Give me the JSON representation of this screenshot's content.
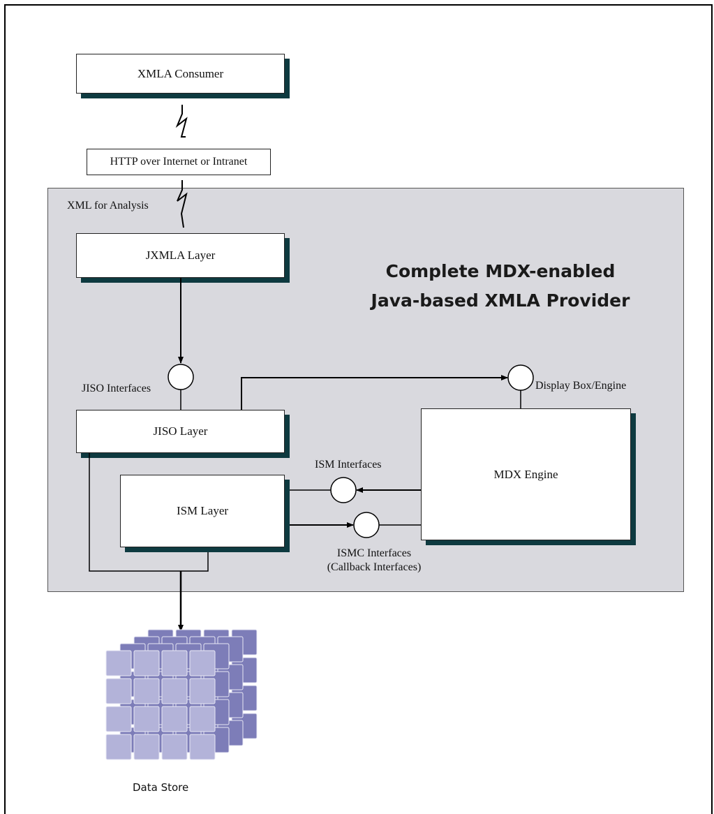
{
  "diagram": {
    "consumer": "XMLA Consumer",
    "http": "HTTP over Internet or Intranet",
    "xml_for_analysis": "XML for Analysis",
    "jxmla_layer": "JXMLA Layer",
    "title_line1": "Complete MDX-enabled",
    "title_line2": "Java-based XMLA Provider",
    "jiso_interfaces": "JISO Interfaces",
    "jiso_layer": "JISO Layer",
    "display_box": "Display Box/Engine",
    "ism_interfaces": "ISM Interfaces",
    "ism_layer": "ISM Layer",
    "mdx_engine": "MDX Engine",
    "ismc_interfaces": "ISMC Interfaces",
    "callback_interfaces": "(Callback Interfaces)",
    "data_store": "Data Store"
  },
  "colors": {
    "panel": "#d9d9de",
    "shadow": "#0e3a40",
    "cube_face": "#b3b3d9",
    "cube_edge": "#7d7db8"
  }
}
